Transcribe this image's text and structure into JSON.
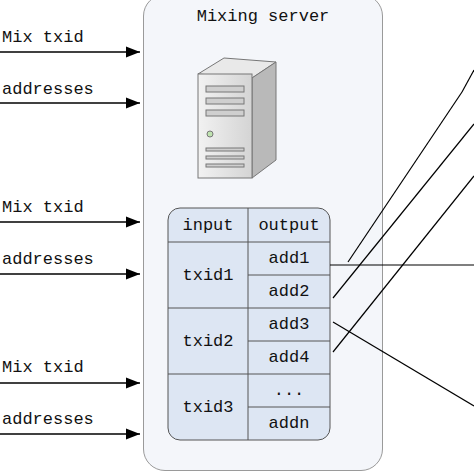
{
  "diagram": {
    "nodes": [
      {
        "text": [
          "Mixing server"
        ]
      }
    ],
    "labels": [
      "Mix txid",
      "addresses",
      "Mix txid",
      "addresses",
      "Mix txid",
      "addresses",
      "input",
      "output",
      "txid1",
      "add1",
      "add2",
      "txid2",
      "add3",
      "add4",
      "txid3",
      "...",
      "addn"
    ]
  }
}
